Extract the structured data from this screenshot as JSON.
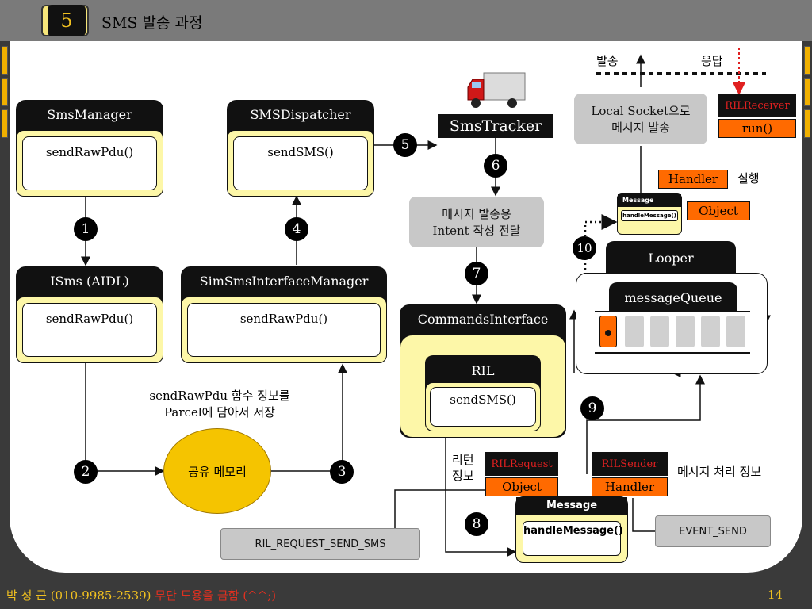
{
  "header": {
    "slide_number": "5",
    "title": "SMS 발송 과정"
  },
  "footer": {
    "author_text": "박 성 근 (010-9985-2539) ",
    "warning_text": "무단 도용을 금함 (^^;)",
    "page": "14"
  },
  "components": {
    "sms_manager": {
      "title": "SmsManager",
      "method": "sendRawPdu()"
    },
    "sms_dispatcher": {
      "title": "SMSDispatcher",
      "method": "sendSMS()"
    },
    "isms": {
      "title": "ISms (AIDL)",
      "method": "sendRawPdu()"
    },
    "sim_sms": {
      "title": "SimSmsInterfaceManager",
      "method": "sendRawPdu()"
    },
    "commands_interface": {
      "title": "CommandsInterface"
    },
    "ril": {
      "title": "RIL",
      "method": "sendSMS()"
    },
    "looper": {
      "title": "Looper"
    },
    "message_queue": {
      "title": "messageQueue"
    }
  },
  "sms_tracker": "SmsTracker",
  "shared_memory": "공유 메모리",
  "notes": {
    "parcel_line1": "sendRawPdu 함수 정보를",
    "parcel_line2": "Parcel에 담아서 저장",
    "intent_line1": "메시지 발송용",
    "intent_line2": "Intent 작성 전달",
    "socket_line1": "Local Socket으로",
    "socket_line2": "메시지 발송",
    "send": "발송",
    "response": "응답",
    "execute": "실행",
    "return_line1": "리턴",
    "return_line2": "정보",
    "msg_info": "메시지 처리 정보"
  },
  "ril_receiver": {
    "title": "RILReceiver",
    "method": "run()"
  },
  "ril_request": {
    "title": "RILRequest",
    "field": "Object"
  },
  "ril_sender": {
    "title": "RILSender",
    "field": "Handler"
  },
  "message_big": {
    "title": "Message",
    "method": "handleMessage()"
  },
  "message_small": {
    "title": "Message",
    "method": "handleMessage()"
  },
  "handler_label": "Handler",
  "object_label": "Object",
  "request_send_sms": "RIL_REQUEST_SEND_SMS",
  "event_send": "EVENT_SEND",
  "steps": [
    "1",
    "2",
    "3",
    "4",
    "5",
    "6",
    "7",
    "8",
    "9",
    "10"
  ],
  "colors": {
    "accent_orange": "#ff6a00",
    "yellow_fill": "#fdf7a8",
    "shared_memory": "#f5c400",
    "gray_box": "#c8c8c8",
    "red_arrow": "#e02020"
  }
}
